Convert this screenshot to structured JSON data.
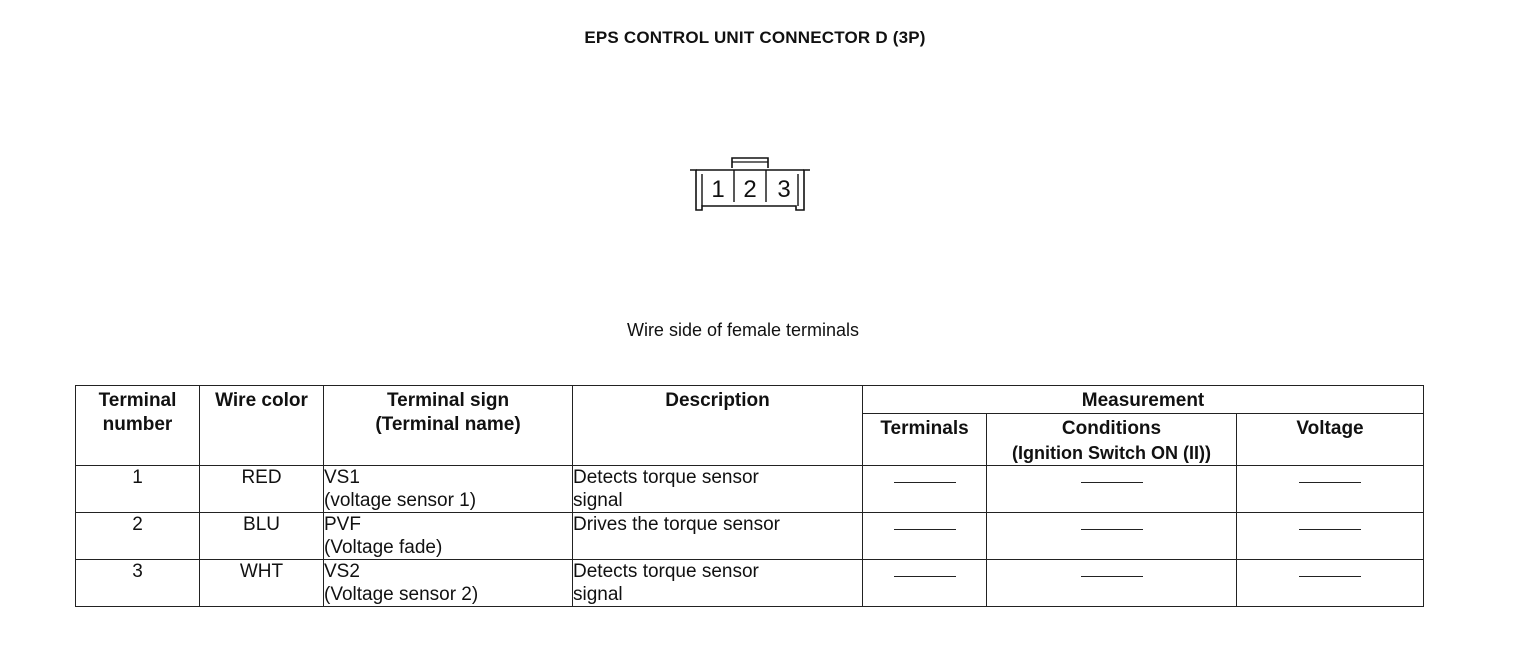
{
  "title": "EPS CONTROL UNIT CONNECTOR D (3P)",
  "connector": {
    "terminals": [
      "1",
      "2",
      "3"
    ]
  },
  "caption": "Wire side of female terminals",
  "table": {
    "headers": {
      "terminal_number_line1": "Terminal",
      "terminal_number_line2": "number",
      "wire_color": "Wire color",
      "terminal_sign_line1": "Terminal sign",
      "terminal_sign_line2": "(Terminal name)",
      "description": "Description",
      "measurement": "Measurement",
      "terminals": "Terminals",
      "conditions_line1": "Conditions",
      "conditions_line2": "(Ignition Switch ON (II))",
      "voltage": "Voltage"
    },
    "rows": [
      {
        "number": "1",
        "wire": "RED",
        "sign": "VS1",
        "name": "(voltage sensor 1)",
        "desc1": "Detects torque sensor",
        "desc2": "signal"
      },
      {
        "number": "2",
        "wire": "BLU",
        "sign": "PVF",
        "name": "(Voltage fade)",
        "desc1": "Drives the torque sensor",
        "desc2": ""
      },
      {
        "number": "3",
        "wire": "WHT",
        "sign": "VS2",
        "name": "(Voltage sensor 2)",
        "desc1": "Detects torque sensor",
        "desc2": "signal"
      }
    ]
  }
}
